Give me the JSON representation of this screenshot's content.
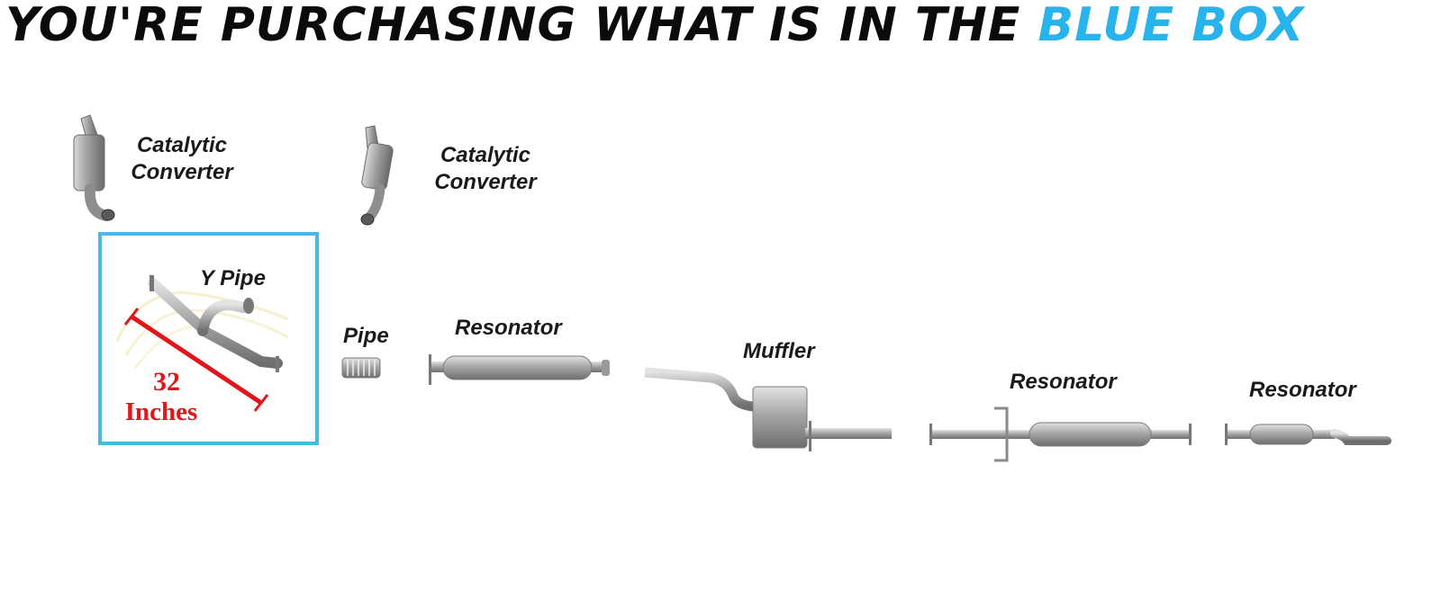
{
  "header": {
    "text_main": "YOU'RE PURCHASING WHAT IS IN THE ",
    "text_accent": "BLUE BOX",
    "accent_color": "#29b3ec"
  },
  "components": {
    "cat_converter_1": {
      "line1": "Catalytic",
      "line2": "Converter",
      "icon": "catalytic-converter-icon"
    },
    "cat_converter_2": {
      "line1": "Catalytic",
      "line2": "Converter",
      "icon": "catalytic-converter-icon"
    },
    "y_pipe": {
      "label": "Y Pipe",
      "icon": "y-pipe-icon",
      "highlight_color": "#4ab8e3"
    },
    "flex_pipe": {
      "label": "Pipe",
      "icon": "flex-pipe-icon"
    },
    "resonator_1": {
      "label": "Resonator",
      "icon": "resonator-icon"
    },
    "muffler": {
      "label": "Muffler",
      "icon": "muffler-icon"
    },
    "resonator_2": {
      "label": "Resonator",
      "icon": "resonator-icon"
    },
    "resonator_3": {
      "label": "Resonator",
      "icon": "resonator-tip-icon"
    }
  },
  "measurement": {
    "value": "32",
    "unit": "Inches",
    "color": "#e0161b"
  }
}
